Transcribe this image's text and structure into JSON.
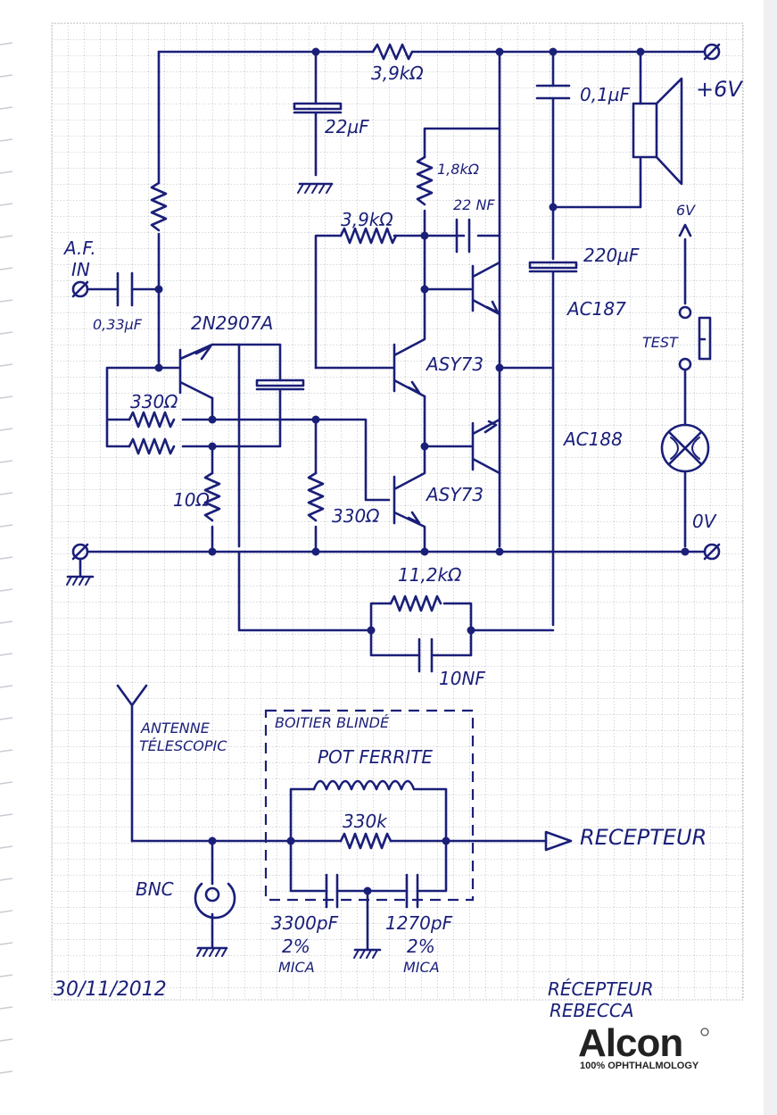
{
  "labels": {
    "r_top": "3,9kΩ",
    "c_22uf": "22µF",
    "c_01uf": "0,1µF",
    "plus6v": "+6V",
    "r_18k": "1,8kΩ",
    "c_22nf": "22 NF",
    "r_39k_mid": "3,9kΩ",
    "c_220uf": "220µF",
    "v6": "6V",
    "af_in_1": "A.F.",
    "af_in_2": "IN",
    "c_033uf": "0,33µF",
    "q_2n2907a": "2N2907A",
    "q_ac187": "AC187",
    "test": "TEST",
    "q_asy73_top": "ASY73",
    "r_330_left": "330Ω",
    "q_ac188": "AC188",
    "r_10": "10Ω",
    "r_330_mid": "330Ω",
    "q_asy73_bot": "ASY73",
    "v0": "0V",
    "r_112k": "11,2kΩ",
    "c_10nf": "10NF",
    "antenne_1": "ANTENNE",
    "antenne_2": "TÉLESCOPIC",
    "boitier": "BOITIER BLINDÉ",
    "pot_ferrite": "POT FERRITE",
    "r_330k": "330k",
    "recepteur_arrow": "RECEPTEUR",
    "bnc": "BNC",
    "c_3300pf": "3300pF",
    "c_3300pf_tol": "2%",
    "c_3300pf_type": "MICA",
    "c_1270pf": "1270pF",
    "c_1270pf_tol": "2%",
    "c_1270pf_type": "MICA",
    "date": "30/11/2012",
    "title_1": "RÉCEPTEUR",
    "title_2": "REBECCA"
  },
  "logo": {
    "word": "Alcon",
    "tagline": "100% OPHTHALMOLOGY",
    "mark": "®"
  },
  "colors": {
    "ink": "#1a1f78",
    "grid": "#9aa0a8",
    "logo": "#222222"
  }
}
